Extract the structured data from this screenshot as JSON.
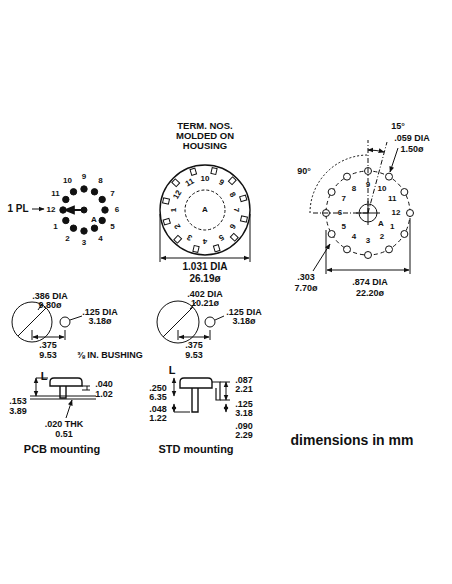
{
  "diagram": {
    "labels": [
      "TERM. NOS. MOLDED ON HOUSING",
      "15°",
      ".059 DIA",
      "1.50ø",
      "1 PL",
      "1",
      "2",
      "3",
      "4",
      "5",
      "6",
      "7",
      "8",
      "9",
      "10",
      "11",
      "12",
      "A",
      "1",
      "2",
      "3",
      "4",
      "5",
      "6",
      "7",
      "8",
      "9",
      "10",
      "11",
      "12",
      "A",
      "90°",
      "1",
      "2",
      "3",
      "4",
      "5",
      "6",
      "7",
      "8",
      "9",
      "10",
      "11",
      "12",
      "A",
      ".303",
      "7.70ø",
      ".874 DIA",
      "22.20ø",
      "1.031 DIA",
      "26.19ø",
      ".386 DIA",
      "9.80ø",
      ".125 DIA",
      "3.18ø",
      ".375",
      "9.53",
      "⅜ IN. BUSHING",
      ".402 DIA",
      "10.21ø",
      ".125 DIA",
      "3.18ø",
      ".375",
      "9.53",
      "L",
      ".153",
      "3.89",
      ".040",
      "1.02",
      ".020 THK",
      "0.51",
      "PCB mounting",
      "L",
      ".250",
      "6.35",
      ".048",
      "1.22",
      ".087",
      "2.21",
      ".125",
      "3.18",
      ".090",
      "2.29",
      "STD mounting",
      "dimensions in mm"
    ]
  }
}
